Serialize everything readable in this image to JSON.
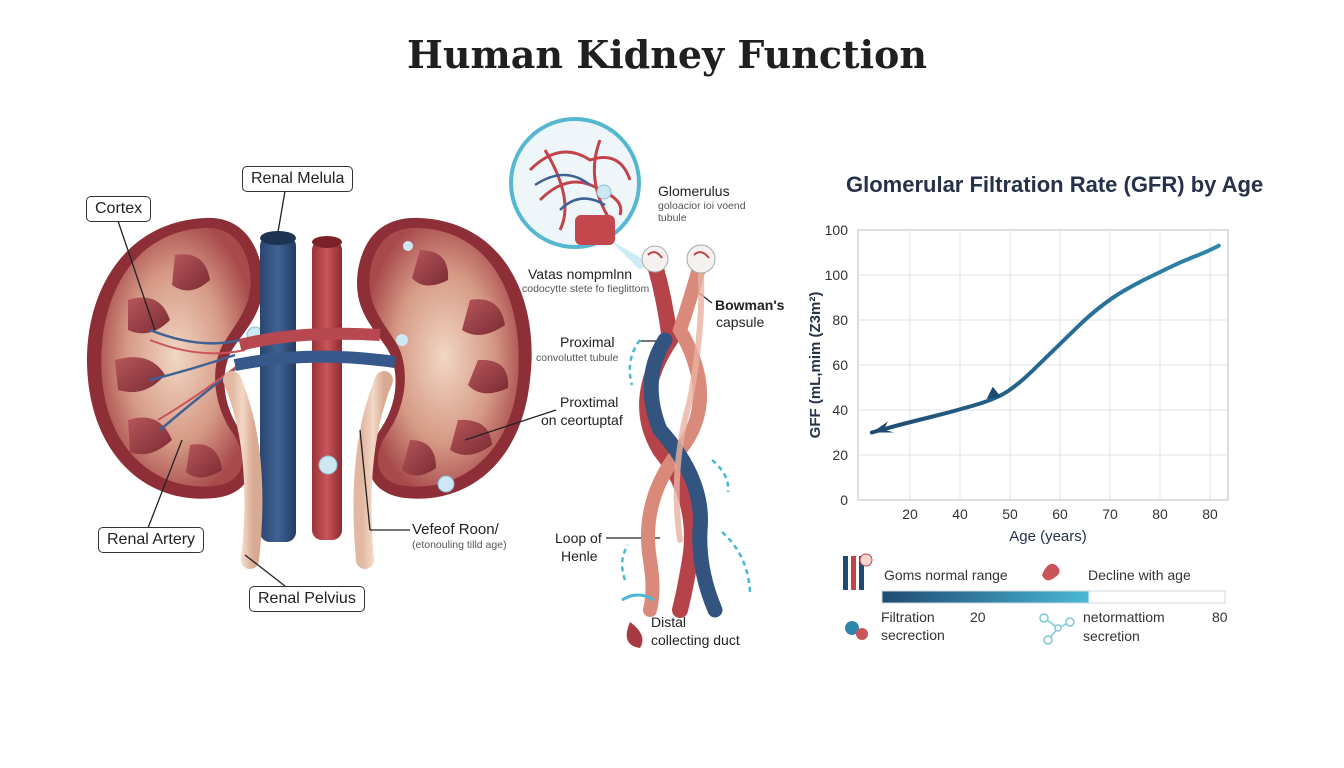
{
  "title": "Human Kidney Function",
  "anatomy_labels": {
    "cortex": "Cortex",
    "renal_medulla": "Renal Melula",
    "renal_artery": "Renal Artery",
    "renal_pelvius": "Renal Pelvius",
    "vessel_main": "Vefeof Roon/",
    "vessel_sub": "(etonouling tilld age)"
  },
  "nephron_labels": {
    "glomerulus": "Glomerulus",
    "glomerulus_sub": "goloacior ioi voend",
    "glomerulus_sub2": "tubule",
    "vatas": "Vatas nompmlnn",
    "vatas_sub": "codocytte stete fo fieglittom",
    "bowmans_1": "Bowman's",
    "bowmans_2": "capsule",
    "proximal_1": "Proximal",
    "proximal_1_sub": "convoluttet tubule",
    "proximal_2a": "Proxtimal",
    "proximal_2b": "on ceortuptaf",
    "loop_1": "Loop of",
    "loop_2": "Henle",
    "distal_1": "Distal",
    "distal_2": "collecting duct"
  },
  "chart_data": {
    "type": "line",
    "title": "Glomerular Filtration Rate (GFR) by Age",
    "xlabel": "Age (years)",
    "ylabel": "GFF (mL,mim (Z3m²)",
    "x_ticks": [
      "20",
      "40",
      "50",
      "60",
      "70",
      "80",
      "80"
    ],
    "y_ticks": [
      "0",
      "20",
      "40",
      "60",
      "80",
      "100",
      "100"
    ],
    "xlim": [
      10,
      90
    ],
    "ylim": [
      0,
      120
    ],
    "grid": true,
    "series": [
      {
        "x": [
          13,
          20,
          30,
          40,
          45,
          50,
          55,
          60,
          65,
          70,
          75,
          80,
          85,
          88
        ],
        "y": [
          30,
          34,
          39,
          45,
          52,
          62,
          72,
          82,
          90,
          96,
          101,
          106,
          110,
          113
        ],
        "color": "#2e86ab"
      }
    ],
    "legend": {
      "normal": "Goms normal range",
      "decline": "Decline with age",
      "filtration_1": "Filtration",
      "filtration_2": "secrection",
      "bar_min": "20",
      "bar_max": "80",
      "neto_1": "netormattiom",
      "neto_2": "secretion"
    },
    "colors": {
      "dark": "#1e4a73",
      "accent": "#4ab8d4",
      "text": "#26324a"
    }
  }
}
